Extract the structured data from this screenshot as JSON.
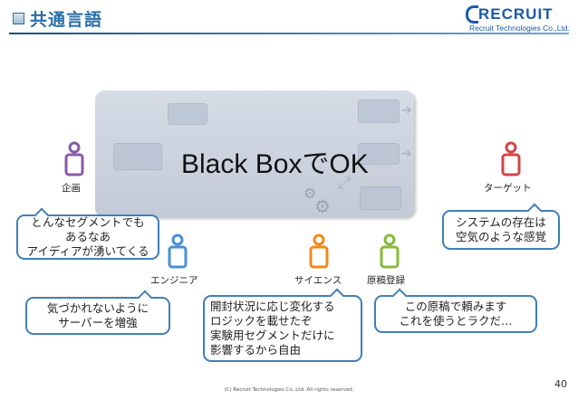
{
  "header": {
    "title": "共通言語",
    "logo_word": "RECRUIT",
    "logo_sub": "Recruit Technologies Co.,Ltd."
  },
  "center": {
    "title": "Black BoxでOK"
  },
  "people": {
    "planning": "企画",
    "target": "ターゲット",
    "engineer": "エンジニア",
    "science": "サイエンス",
    "manuscript": "原稿登録"
  },
  "bubbles": {
    "planning": [
      "どんなセグメントでも",
      "あるなあ",
      "アイディアが湧いてくる"
    ],
    "target": [
      "システムの存在は",
      "空気のような感覚"
    ],
    "engineer": [
      "気づかれないように",
      "サーバーを増強"
    ],
    "science": [
      "開封状況に応じ変化する",
      "ロジックを載せたぞ",
      "実験用セグメントだけに",
      "影響するから自由"
    ],
    "manuscript": [
      "この原稿で頼みます",
      "これを使うとラクだ…"
    ]
  },
  "icons": {
    "person_colors": {
      "planning": "#8a5aa8",
      "target": "#d0454a",
      "engineer": "#4a8fd0",
      "science": "#ee8a1c",
      "manuscript": "#8ab83e"
    }
  },
  "footer": {
    "copyright": "(C) Recruit Technologies Co.,Ltd. All rights reserved.",
    "page": "40"
  }
}
